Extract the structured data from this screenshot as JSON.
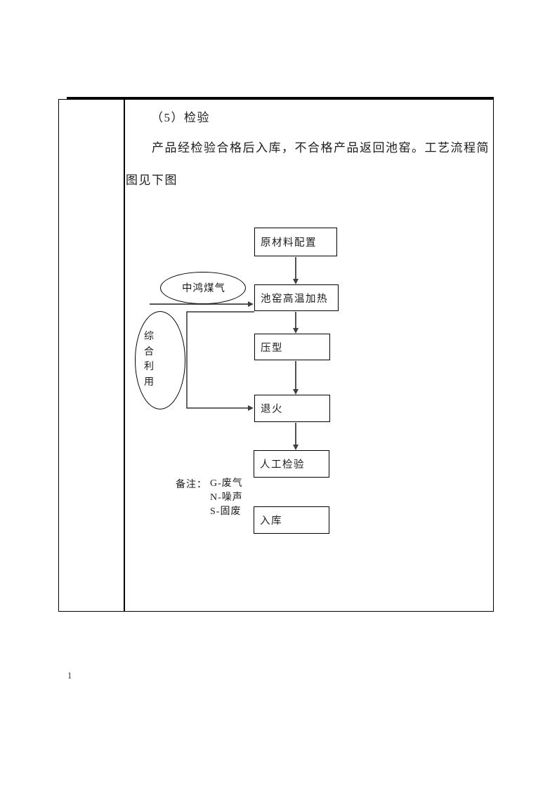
{
  "document": {
    "heading": "（5）检验",
    "body_line1": "产品经检验合格后入库，不合格产品返回池窑。工艺流程简",
    "body_line2": "图见下图"
  },
  "flowchart": {
    "nodes": [
      {
        "id": "raw-material",
        "label": "原材料配置"
      },
      {
        "id": "tank-furnace",
        "label": "池窑高温加热"
      },
      {
        "id": "pressing",
        "label": "压型"
      },
      {
        "id": "annealing",
        "label": "退火"
      },
      {
        "id": "inspection",
        "label": "人工检验"
      },
      {
        "id": "warehousing",
        "label": "入库"
      }
    ],
    "ellipses": [
      {
        "id": "gas-input",
        "label": "中鸿煤气",
        "orientation": "horizontal"
      },
      {
        "id": "reuse",
        "label": "综合利用",
        "orientation": "vertical"
      }
    ],
    "notes": {
      "prefix": "备注：",
      "items": [
        "G-废气",
        "N-噪声",
        "S-固废"
      ]
    }
  },
  "page": {
    "number": "1"
  },
  "colors": {
    "border": "#000000",
    "arrow": "#3f3f3f",
    "text": "#1c1c1c",
    "background": "#ffffff"
  }
}
